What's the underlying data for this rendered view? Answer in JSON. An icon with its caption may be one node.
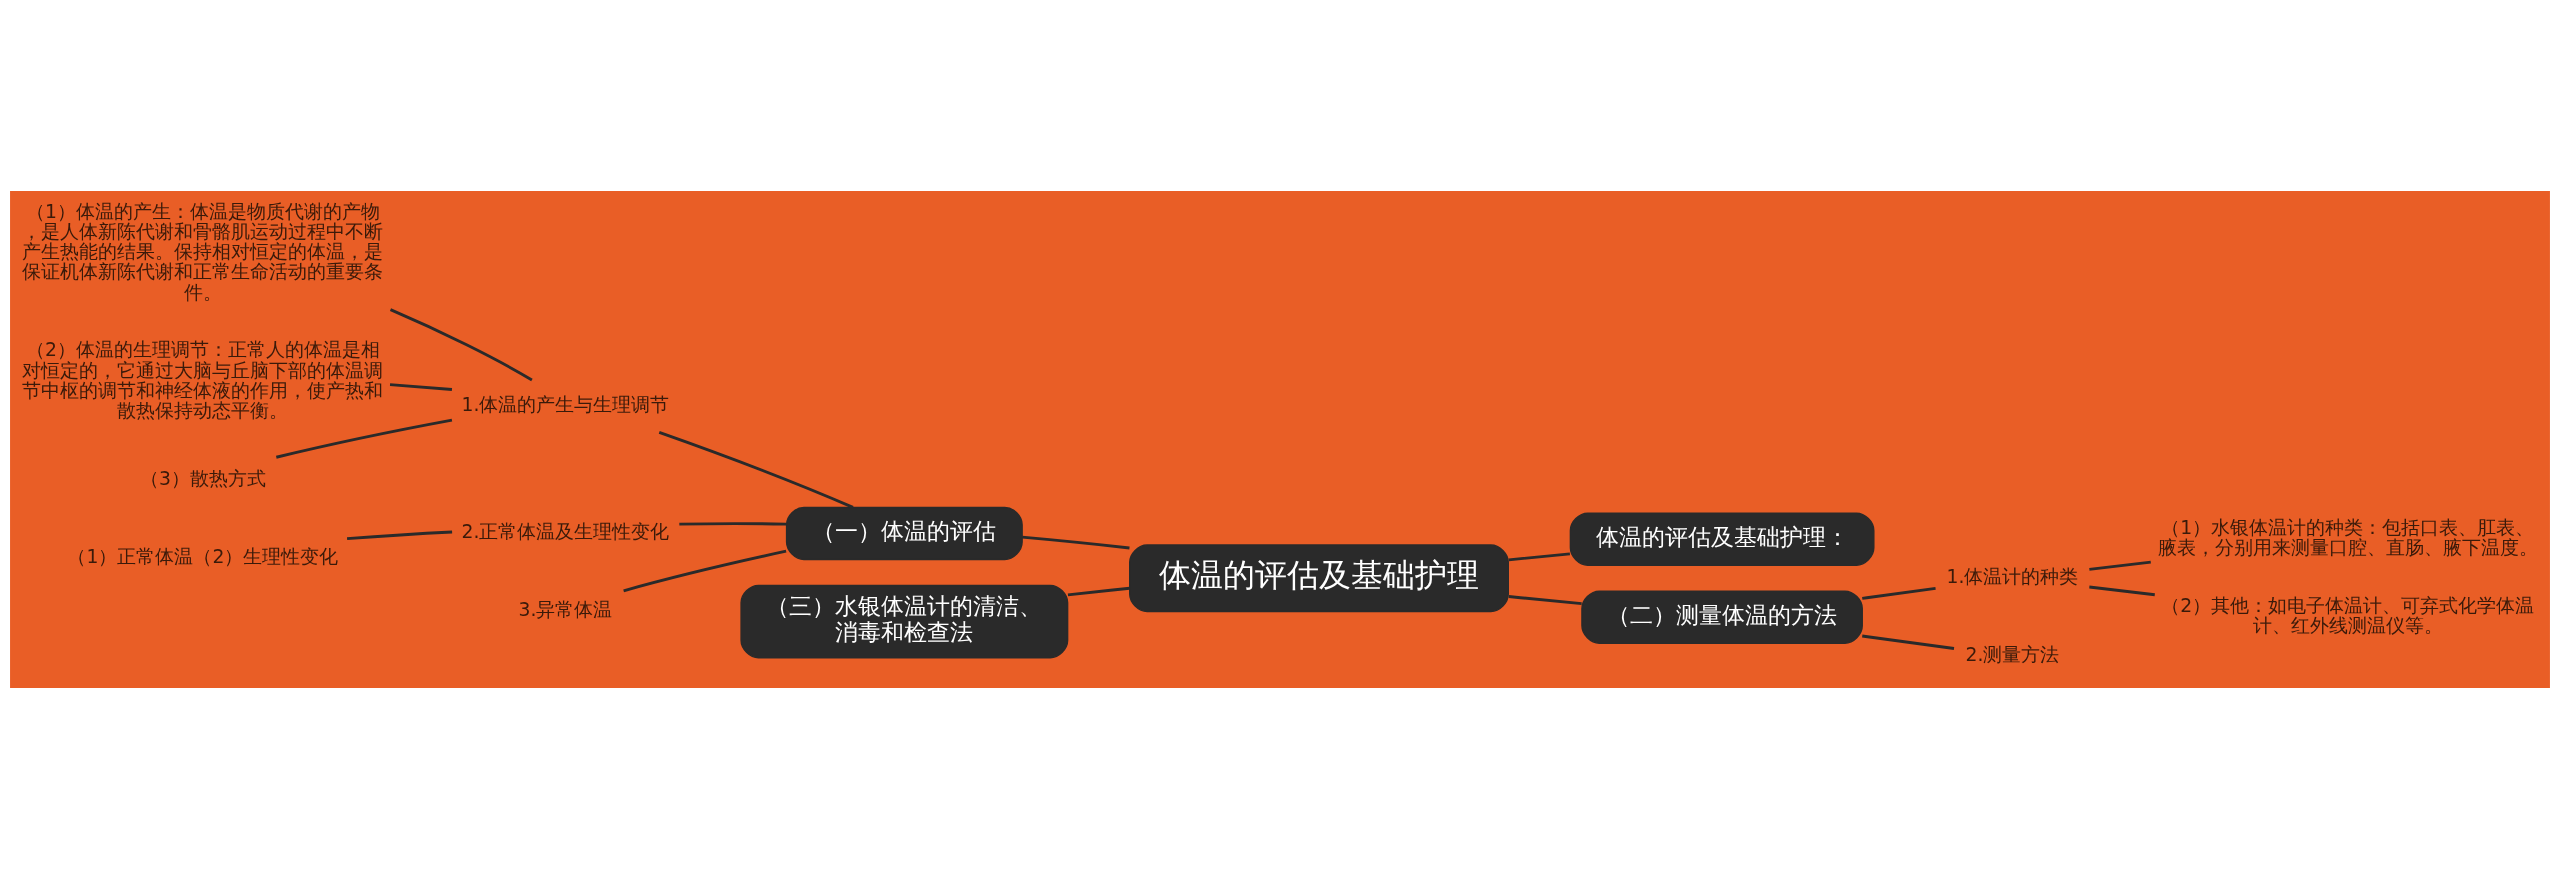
{
  "diagram": {
    "nodes": [
      {
        "text": [
          "体温的评估及基础护理"
        ]
      },
      {
        "text": [
          "（一）体温的评估"
        ]
      },
      {
        "text": [
          "1.体温的产生与生理调节"
        ]
      },
      {
        "text": [
          "（1）体温的产生：体温是物质代谢的产物，是人体新陈代谢和骨骼肌运动过程中不断产生热能的结果。保持相对恒定的体温，是保证机体新陈代谢和正常生命活动的重要条件。"
        ]
      },
      {
        "text": [
          "（2）体温的生理调节：正常人的体温是相对恒定的，它通过大脑与丘脑下部的体温调节中枢的调节和神经体液的作用，使产热和散热保持动态平衡。"
        ]
      },
      {
        "text": [
          "（3）散热方式"
        ]
      },
      {
        "text": [
          "2.正常体温及生理性变化"
        ]
      },
      {
        "text": [
          "（1）正常体温（2）生理性变化"
        ]
      },
      {
        "text": [
          "3.异常体温"
        ]
      },
      {
        "text": [
          "（三）水银体温计的清洁、消毒和检查法"
        ]
      },
      {
        "text": [
          "体温的评估及基础护理："
        ]
      },
      {
        "text": [
          "（二）测量体温的方法"
        ]
      },
      {
        "text": [
          "1.体温计的种类"
        ]
      },
      {
        "text": [
          "（1）水银体温计的种类：包括口表、肛表、腋表，分别用来测量口腔、直肠、腋下温度。"
        ]
      },
      {
        "text": [
          "（2）其他：如电子体温计、可弃式化学体温计、红外线测温仪等。"
        ]
      },
      {
        "text": [
          "2.测量方法"
        ]
      }
    ],
    "edges": [
      {
        "from": 0,
        "to": 1,
        "arrow": "none"
      },
      {
        "from": 1,
        "to": 2,
        "arrow": "none"
      },
      {
        "from": 2,
        "to": 3,
        "arrow": "none"
      },
      {
        "from": 2,
        "to": 4,
        "arrow": "none"
      },
      {
        "from": 2,
        "to": 5,
        "arrow": "none"
      },
      {
        "from": 1,
        "to": 6,
        "arrow": "none"
      },
      {
        "from": 6,
        "to": 7,
        "arrow": "none"
      },
      {
        "from": 1,
        "to": 8,
        "arrow": "none"
      },
      {
        "from": 0,
        "to": 9,
        "arrow": "none"
      },
      {
        "from": 0,
        "to": 10,
        "arrow": "none"
      },
      {
        "from": 0,
        "to": 11,
        "arrow": "none"
      },
      {
        "from": 11,
        "to": 12,
        "arrow": "none"
      },
      {
        "from": 12,
        "to": 13,
        "arrow": "none"
      },
      {
        "from": 12,
        "to": 14,
        "arrow": "none"
      },
      {
        "from": 11,
        "to": 15,
        "arrow": "none"
      }
    ]
  }
}
